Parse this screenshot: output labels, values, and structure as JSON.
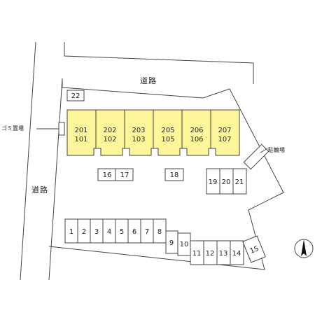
{
  "roads": {
    "north_label": "道路",
    "west_label": "道路"
  },
  "facilities": {
    "garbage_label": "ゴミ置場",
    "bicycle_label": "駐輪場"
  },
  "building": {
    "fill_color": "#fdf59a",
    "units": [
      {
        "upper": "201",
        "lower": "101"
      },
      {
        "upper": "202",
        "lower": "102"
      },
      {
        "upper": "203",
        "lower": "103"
      },
      {
        "upper": "205",
        "lower": "105"
      },
      {
        "upper": "206",
        "lower": "106"
      },
      {
        "upper": "207",
        "lower": "107"
      }
    ]
  },
  "parking": {
    "space_22": "22",
    "space_16": "16",
    "space_17": "17",
    "space_18": "18",
    "space_19": "19",
    "space_20": "20",
    "space_21": "21",
    "row_1_8": [
      "1",
      "2",
      "3",
      "4",
      "5",
      "6",
      "7",
      "8"
    ],
    "space_9": "9",
    "space_10": "10",
    "row_11_14": [
      "11",
      "12",
      "13",
      "14"
    ],
    "space_15": "15"
  },
  "compass": {
    "icon": "north-arrow-icon"
  },
  "colors": {
    "line": "#444444",
    "building": "#fdf59a"
  }
}
